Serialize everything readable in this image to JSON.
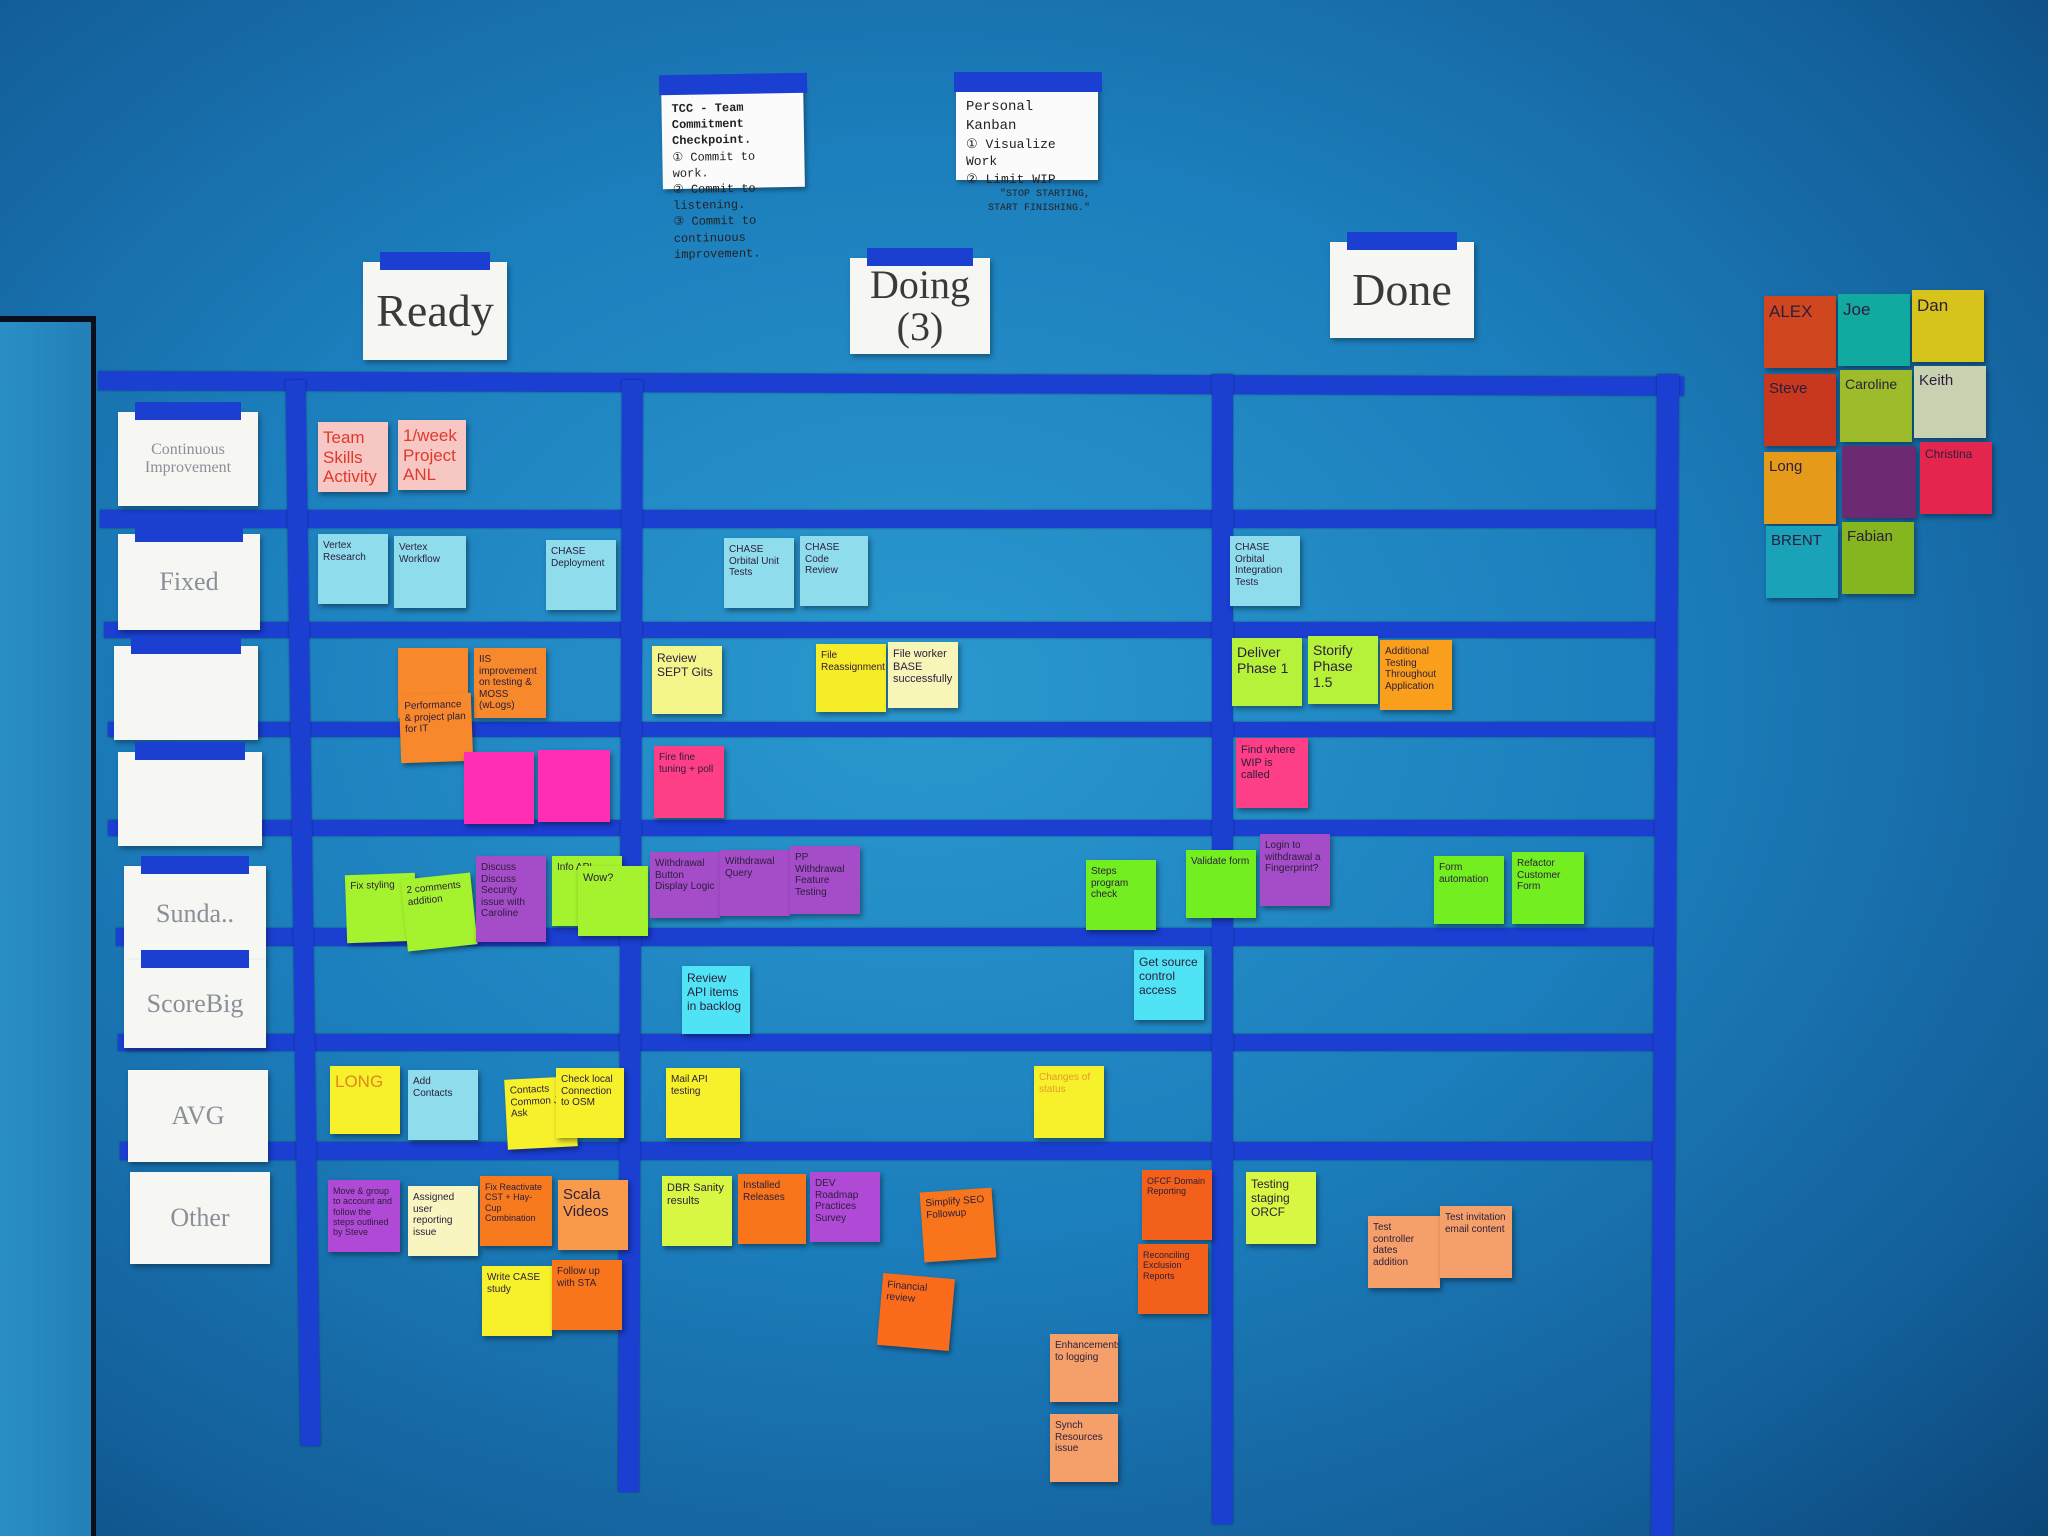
{
  "notes": {
    "tcc": {
      "title": "TCC - Team Commitment Checkpoint.",
      "lines": [
        "① Commit to work.",
        "② Commit to listening.",
        "③ Commit to continuous improvement."
      ]
    },
    "kanban": {
      "title": "Personal Kanban",
      "lines": [
        "① Visualize Work",
        "② Limit WIP",
        "\"STOP STARTING, START FINISHING.\""
      ]
    }
  },
  "columns": {
    "ready": "Ready",
    "doing": "Doing (3)",
    "done": "Done"
  },
  "rows": [
    "Continuous Improvement",
    "Fixed",
    "",
    "",
    "Sunda..",
    "ScoreBig",
    "AVG",
    "Other"
  ],
  "team": [
    {
      "name": "ALEX",
      "color": "#d0461f"
    },
    {
      "name": "Joe",
      "color": "#12a9a0"
    },
    {
      "name": "Dan",
      "color": "#d6c31b"
    },
    {
      "name": "Steve",
      "color": "#c8381f"
    },
    {
      "name": "Caroline",
      "color": "#9dbb2a"
    },
    {
      "name": "Keith",
      "color": "#c9d2b0"
    },
    {
      "name": "Long",
      "color": "#e59a1a"
    },
    {
      "name": "",
      "color": "#6b2a72"
    },
    {
      "name": "Christina",
      "color": "#e4264f"
    },
    {
      "name": "BRENT",
      "color": "#1aa2b9"
    },
    {
      "name": "Fabian",
      "color": "#86b61f"
    }
  ],
  "stickies": {
    "s1": "Team Skills Activity",
    "s2": "1/week Project ANL",
    "s3": "Vertex Research",
    "s4": "Vertex Workflow",
    "s5": "CHASE Deployment",
    "s6": "CHASE Orbital Unit Tests",
    "s7": "CHASE Code Review",
    "s8": "CHASE Orbital Integration Tests",
    "s9": "",
    "s10": "IIS improvement on testing & MOSS (wLogs)",
    "s11": "Performance & project plan for IT",
    "s12": "Review SEPT Gits",
    "s13": "File Reassignment",
    "s14": "File worker BASE successfully",
    "s15": "Deliver Phase 1",
    "s16": "Storify Phase 1.5",
    "s17": "Additional Testing Throughout Application",
    "s18": "",
    "s19": "",
    "s20": "Fire fine tuning + poll",
    "s21": "Find where WIP is called",
    "s22": "Fix styling",
    "s23": "2 comments addition",
    "s24": "Discuss Discuss Security issue with Caroline",
    "s25": "Info API",
    "s26": "Wow?",
    "s27": "Withdrawal Button Display Logic",
    "s28": "Withdrawal Query",
    "s29": "PP Withdrawal Feature Testing",
    "s30": "Steps program check",
    "s31": "Validate form",
    "s32": "Login to withdrawal a Fingerprint?",
    "s33": "Form automation",
    "s34": "Refactor Customer Form",
    "s35": "Review API items in backlog",
    "s36": "Get source control access",
    "s37": "LONG",
    "s38": "Add Contacts",
    "s39": "Contacts Common Job Ask",
    "s40": "Check local Connection to OSM",
    "s41": "Mail API testing",
    "s42": "Changes of status",
    "s43": "Move & group to account and follow the steps outlined by Steve",
    "s44": "Assigned user reporting issue",
    "s45": "Fix Reactivate CST + Hay-Cup Combination",
    "s46": "Scala Videos",
    "s47": "Write CASE study",
    "s48": "Follow up with STA",
    "s49": "DBR Sanity results",
    "s50": "Installed Releases",
    "s51": "DEV Roadmap Practices Survey",
    "s52": "Simplify SEO Followup",
    "s53": "Financial review",
    "s54": "Enhancements to logging",
    "s55": "Synch Resources issue",
    "s56": "OFCF Domain Reporting",
    "s57": "Reconciling Exclusion Reports",
    "s58": "Testing staging ORCF",
    "s59": "Test controller dates addition",
    "s60": "Test invitation email content"
  }
}
